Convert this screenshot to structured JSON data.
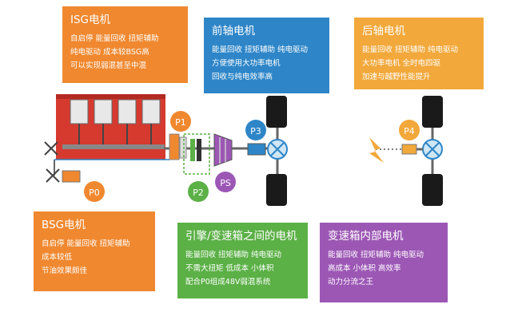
{
  "boxes": {
    "isg": {
      "title": "ISG电机",
      "lines": [
        "自启停 能量回收 扭矩辅助",
        "纯电驱动 成本较BSG高",
        "可以实现弱混甚至中混"
      ]
    },
    "front": {
      "title": "前轴电机",
      "lines": [
        "能量回收 扭矩辅助 纯电驱动",
        "方便使用大功率电机",
        "回收与纯电效率高"
      ]
    },
    "rear": {
      "title": "后轴电机",
      "lines": [
        "能量回收 扭矩辅助 纯电驱动",
        "大功率电机 全时电四驱",
        "加速与越野性能提升"
      ]
    },
    "bsg": {
      "title": "BSG电机",
      "lines": [
        "自启停 能量回收 扭矩辅助",
        "成本较低",
        "节油效果颇佳"
      ]
    },
    "between": {
      "title": "引擎/变速箱之间的电机",
      "lines": [
        "能量回收 扭矩辅助 纯电驱动",
        "不需大扭矩 低成本 小体积",
        "配合P0组成48V弱混系统"
      ]
    },
    "inner": {
      "title": "变速箱内部电机",
      "lines": [
        "能量回收 扭矩辅助 纯电驱动",
        "高成本 小体积 高效率",
        "动力分流之王"
      ]
    }
  },
  "nodes": {
    "p0": "P0",
    "p1": "P1",
    "p2": "P2",
    "p3": "P3",
    "p4": "P4",
    "ps": "PS"
  },
  "colors": {
    "orange": "#f0882f",
    "blue": "#2e86c8",
    "yellow": "#f2a83a",
    "green": "#5bb046",
    "purple": "#9c57b5",
    "red": "#d63a2f"
  }
}
